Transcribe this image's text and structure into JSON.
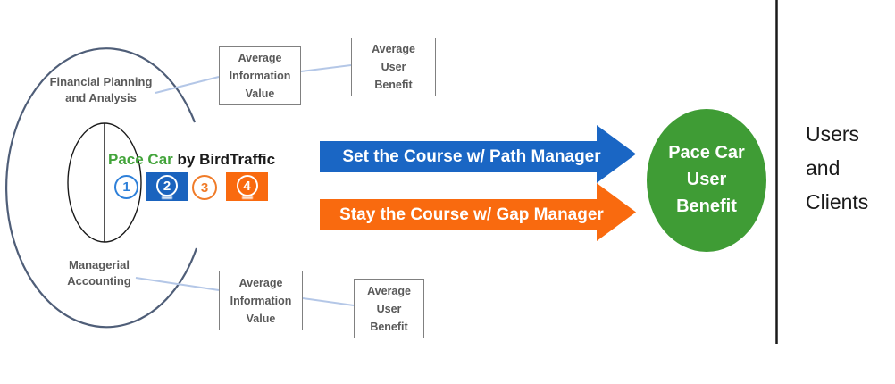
{
  "colors": {
    "arrow_blue": "#1A66C4",
    "arrow_orange": "#F96A0F",
    "benefit_green": "#3F9C35",
    "product_green": "#43A43B",
    "badge_blue_outline": "#2E80D9",
    "badge_blue_fill": "#1A63BE",
    "badge_orange_outline": "#F07B28",
    "badge_orange_fill": "#F96A0F",
    "connector": "#B4C7E7",
    "outer_arc": "#4F5E78",
    "gray_text": "#595959",
    "box_border": "#808080",
    "line_black": "#1A1A1A"
  },
  "left_diagram": {
    "outer_label_top": {
      "line1": "Financial Planning",
      "line2": "and Analysis"
    },
    "outer_label_bottom": {
      "line1": "Managerial",
      "line2": "Accounting"
    },
    "product_name": "Pace Car",
    "product_suffix": " by BirdTraffic",
    "badges": [
      "1",
      "2",
      "3",
      "4"
    ]
  },
  "info_boxes": [
    {
      "lines": [
        "Average",
        "Information",
        "Value"
      ]
    },
    {
      "lines": [
        "Average",
        "User",
        "Benefit"
      ]
    },
    {
      "lines": [
        "Average",
        "Information",
        "Value"
      ]
    },
    {
      "lines": [
        "Average",
        "User",
        "Benefit"
      ]
    }
  ],
  "arrows": [
    {
      "label": "Set the Course w/ Path Manager",
      "color": "#1A66C4"
    },
    {
      "label": "Stay the Course w/ Gap Manager",
      "color": "#F96A0F"
    }
  ],
  "benefit_ellipse": {
    "color": "#3F9C35",
    "line1": "Pace Car",
    "line2": "User",
    "line3": "Benefit"
  },
  "right_panel": {
    "line1": "Users",
    "line2": "and",
    "line3": "Clients"
  }
}
